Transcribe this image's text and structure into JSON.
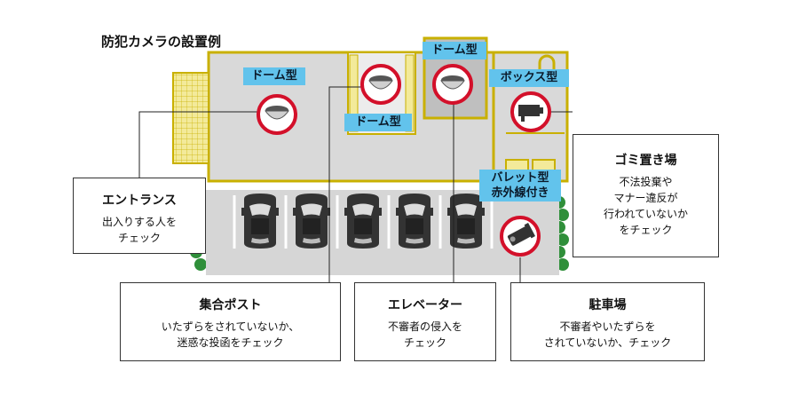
{
  "title": "防犯カメラの設置例",
  "camera_labels": {
    "dome_left": "ドーム型",
    "dome_center": "ドーム型",
    "dome_top": "ドーム型",
    "box": "ボックス型",
    "bullet": "バレット型\n赤外線付き"
  },
  "callouts": {
    "entrance": {
      "title": "エントランス",
      "desc": "出入りする人を\nチェック"
    },
    "garbage": {
      "title": "ゴミ置き場",
      "desc": "不法投棄や\nマナー違反が\n行われていないか\nをチェック"
    },
    "mailbox": {
      "title": "集合ポスト",
      "desc": "いたずらをされていないか、\n迷惑な投函をチェック"
    },
    "elevator": {
      "title": "エレベーター",
      "desc": "不審者の侵入を\nチェック"
    },
    "parking": {
      "title": "駐車場",
      "desc": "不審者やいたずらを\nされていないか、チェック"
    }
  },
  "colors": {
    "building_border": "#c9b000",
    "building_fill": "#d9d9d9",
    "camera_ring": "#d3102a",
    "label_bg": "#62c3ec",
    "hedge": "#2f8f3a"
  },
  "icons": [
    "dome-camera-icon",
    "box-camera-icon",
    "bullet-camera-icon",
    "car-icon"
  ]
}
